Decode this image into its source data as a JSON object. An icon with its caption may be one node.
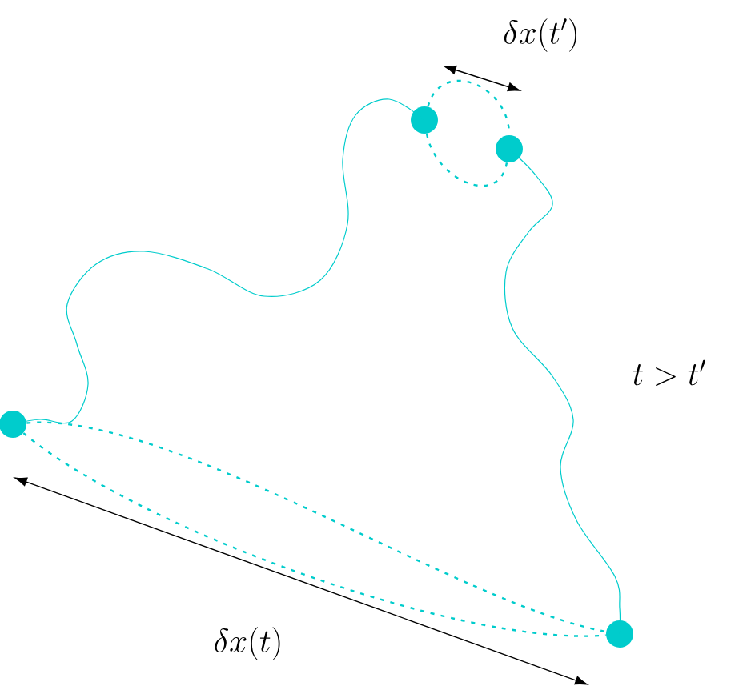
{
  "diagram": {
    "nodes": [
      {
        "text": [],
        "shape": "circle"
      },
      {
        "text": [],
        "shape": "circle"
      },
      {
        "text": [],
        "shape": "circle"
      },
      {
        "text": [],
        "shape": "circle"
      }
    ],
    "edges": [
      {
        "from": 0,
        "to": 1,
        "arrow": "none"
      },
      {
        "from": 1,
        "to": 2,
        "arrow": "none",
        "style": "dashed"
      },
      {
        "from": 1,
        "to": 2,
        "arrow": "none",
        "style": "dashed"
      },
      {
        "from": 2,
        "to": 3,
        "arrow": "none"
      },
      {
        "from": 0,
        "to": 3,
        "arrow": "none",
        "style": "dashed"
      },
      {
        "from": 0,
        "to": 3,
        "arrow": "none",
        "style": "dashed"
      }
    ],
    "labels": [
      "\\delta x(t')",
      "t > t'",
      "\\delta x(t)"
    ]
  }
}
